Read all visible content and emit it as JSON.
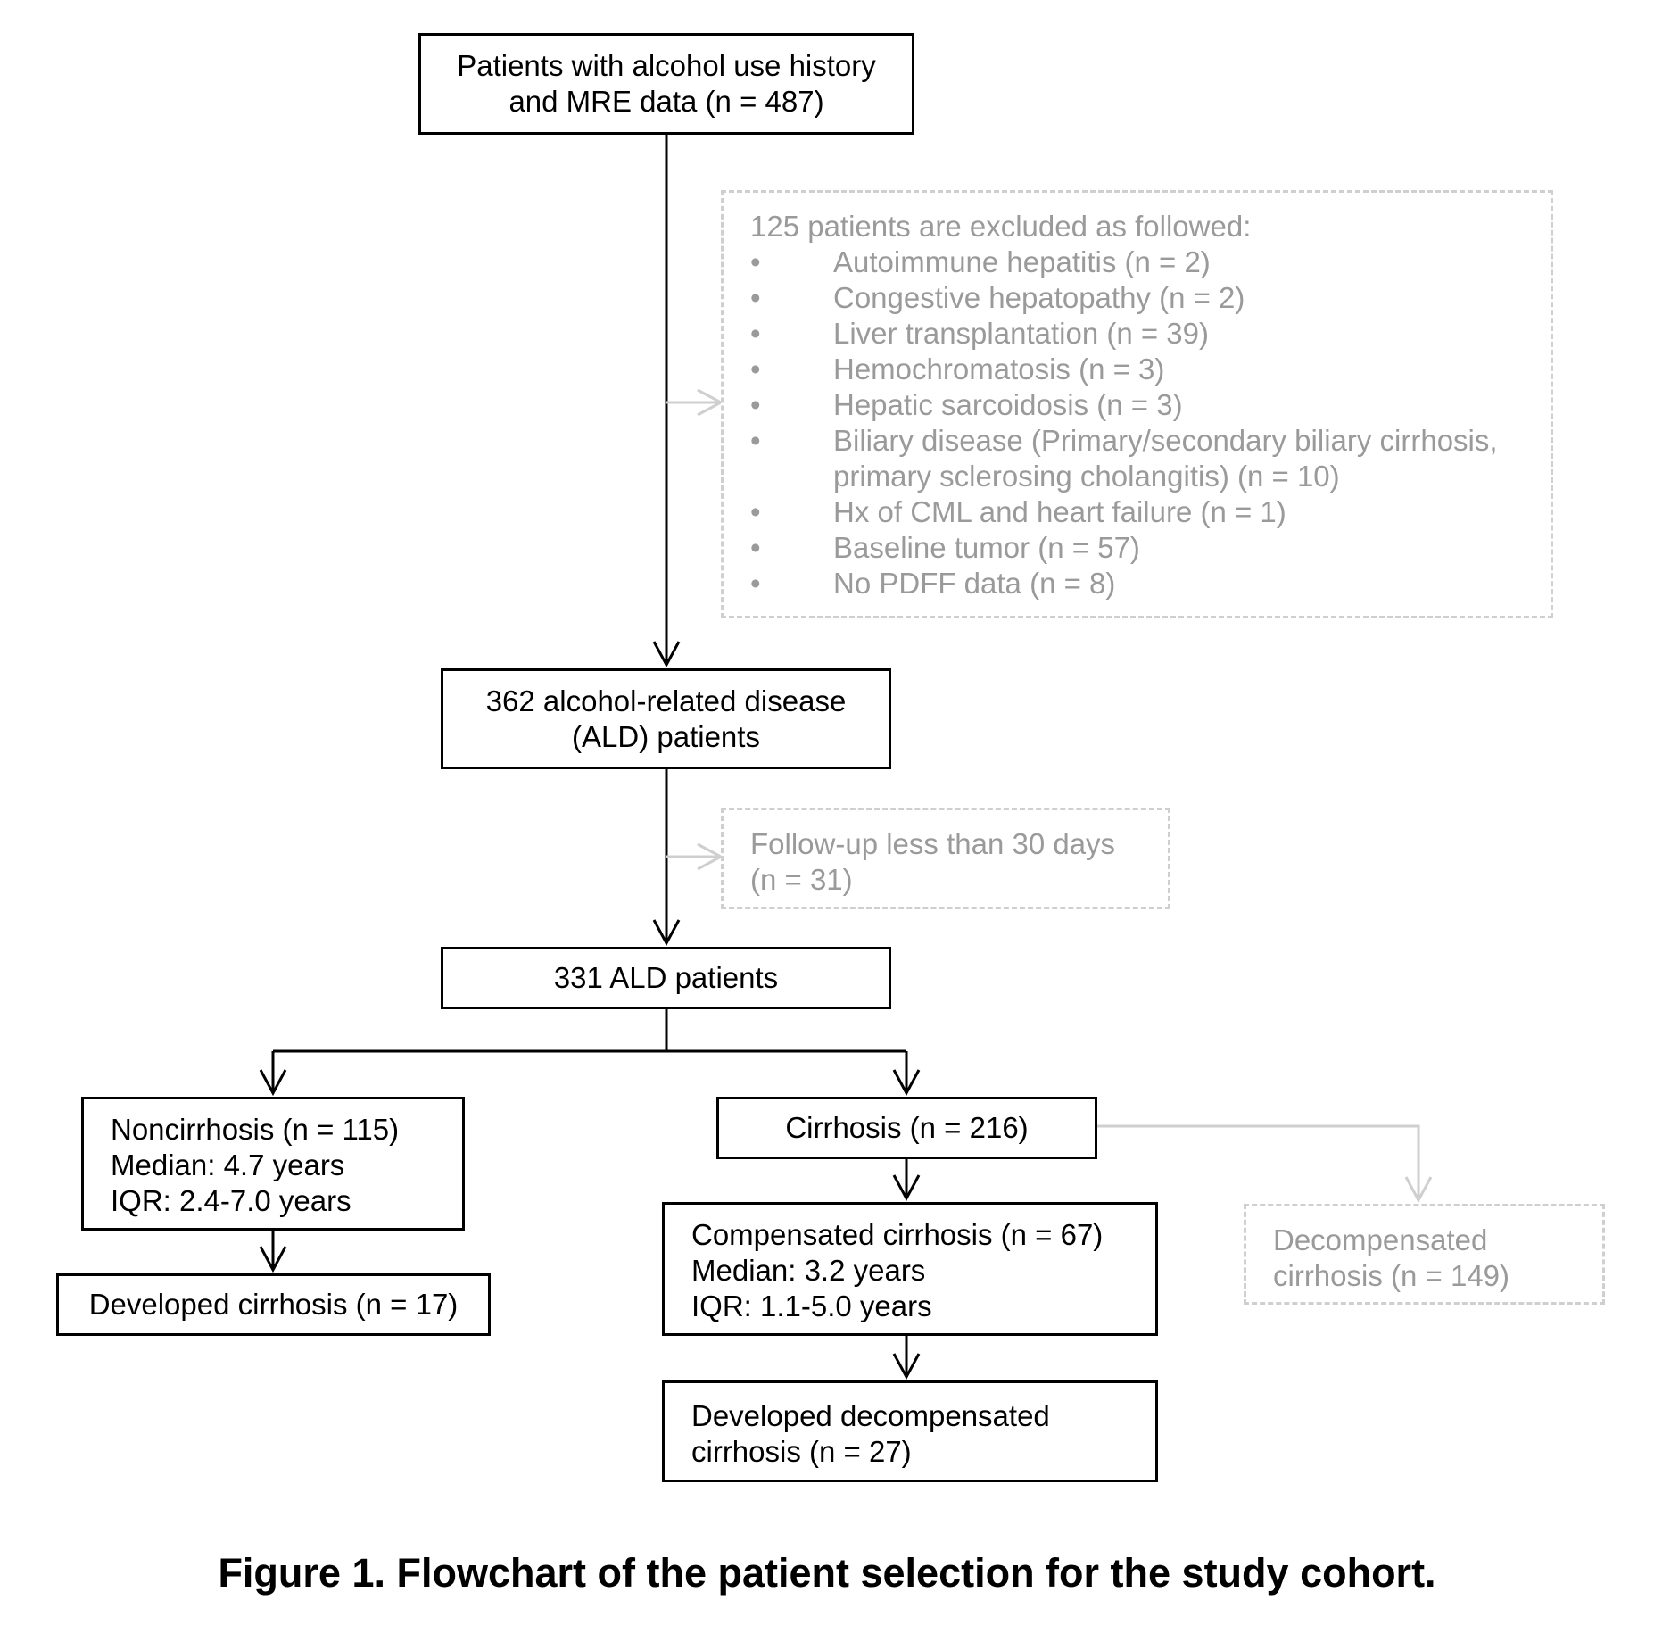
{
  "boxes": {
    "start": {
      "lines": [
        "Patients with alcohol use history",
        "and MRE data (n = 487)"
      ]
    },
    "exclusions": {
      "heading": "125 patients are excluded as followed:",
      "bullet_symbol": "•",
      "items": [
        "Autoimmune hepatitis (n = 2)",
        "Congestive hepatopathy (n = 2)",
        "Liver transplantation (n = 39)",
        "Hemochromatosis (n = 3)",
        "Hepatic sarcoidosis (n = 3)",
        "Biliary disease (Primary/secondary biliary cirrhosis,",
        "Hx of CML and heart failure (n = 1)",
        "Baseline tumor (n = 57)",
        "No PDFF data (n = 8)"
      ],
      "biliary_continuation": "primary sclerosing cholangitis) (n = 10)"
    },
    "ald": {
      "lines": [
        "362 alcohol-related disease",
        "(ALD) patients"
      ]
    },
    "followup": {
      "lines": [
        "Follow-up less than 30 days",
        "(n = 31)"
      ]
    },
    "ald331": {
      "lines": [
        "331 ALD patients"
      ]
    },
    "noncirrhosis": {
      "lines": [
        "Noncirrhosis (n = 115)",
        "Median: 4.7 years",
        "IQR: 2.4-7.0 years"
      ]
    },
    "cirrhosis": {
      "lines": [
        "Cirrhosis (n = 216)"
      ]
    },
    "developed_cirrhosis": {
      "lines": [
        "Developed cirrhosis (n = 17)"
      ]
    },
    "compensated": {
      "lines": [
        "Compensated cirrhosis (n = 67)",
        "Median: 3.2 years",
        "IQR: 1.1-5.0 years"
      ]
    },
    "decompensated": {
      "lines": [
        "Decompensated",
        "cirrhosis (n = 149)"
      ]
    },
    "developed_decompensated": {
      "lines": [
        "Developed decompensated",
        "cirrhosis (n = 27)"
      ]
    }
  },
  "caption": "Figure 1. Flowchart of the patient selection for the study cohort.",
  "colors": {
    "main": "#000000",
    "excluded_text": "#9a9a9a",
    "excluded_border": "#cfcfcf"
  }
}
